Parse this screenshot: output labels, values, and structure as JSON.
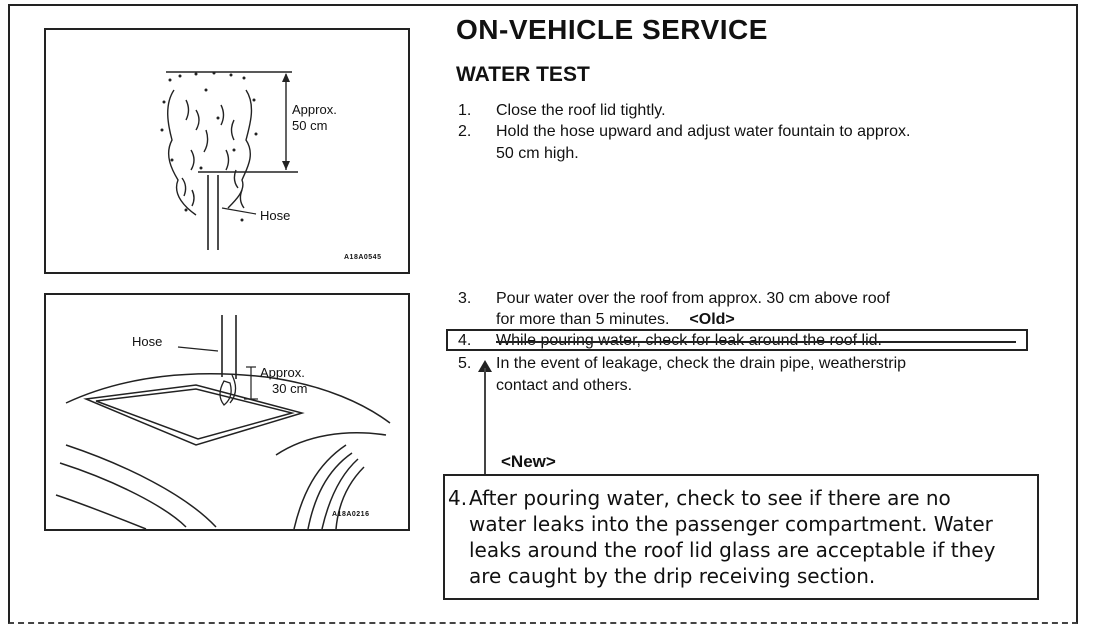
{
  "heading": "ON-VEHICLE SERVICE",
  "subheading": "WATER TEST",
  "steps": [
    {
      "num": "1.",
      "lines": [
        "Close the roof lid tightly."
      ]
    },
    {
      "num": "2.",
      "lines": [
        "Hold the hose upward and adjust water fountain to approx.",
        "50 cm high."
      ]
    },
    {
      "num": "3.",
      "lines": [
        "Pour water over the roof from approx. 30 cm above roof",
        "for more than 5 minutes."
      ]
    },
    {
      "num": "4.",
      "lines": [
        "While pouring water, check for leak around the roof lid."
      ]
    },
    {
      "num": "5.",
      "lines": [
        "In the event of leakage, check the drain pipe, weatherstrip",
        "contact and others."
      ]
    }
  ],
  "old_tag": "<Old>",
  "new_tag": "<New>",
  "new_step": {
    "num": "4.",
    "lines": [
      "After pouring water, check to see if there are no",
      "water leaks into the passenger compartment. Water",
      "leaks around the roof lid glass are acceptable if they",
      "are caught by the drip receiving section."
    ]
  },
  "figure1": {
    "approx_label": "Approx.",
    "height_label": "50 cm",
    "hose_label": "Hose",
    "code": "A18A0545"
  },
  "figure2": {
    "hose_label": "Hose",
    "approx_label": "Approx.",
    "height_label": "30 cm",
    "code": "A18A0216"
  }
}
